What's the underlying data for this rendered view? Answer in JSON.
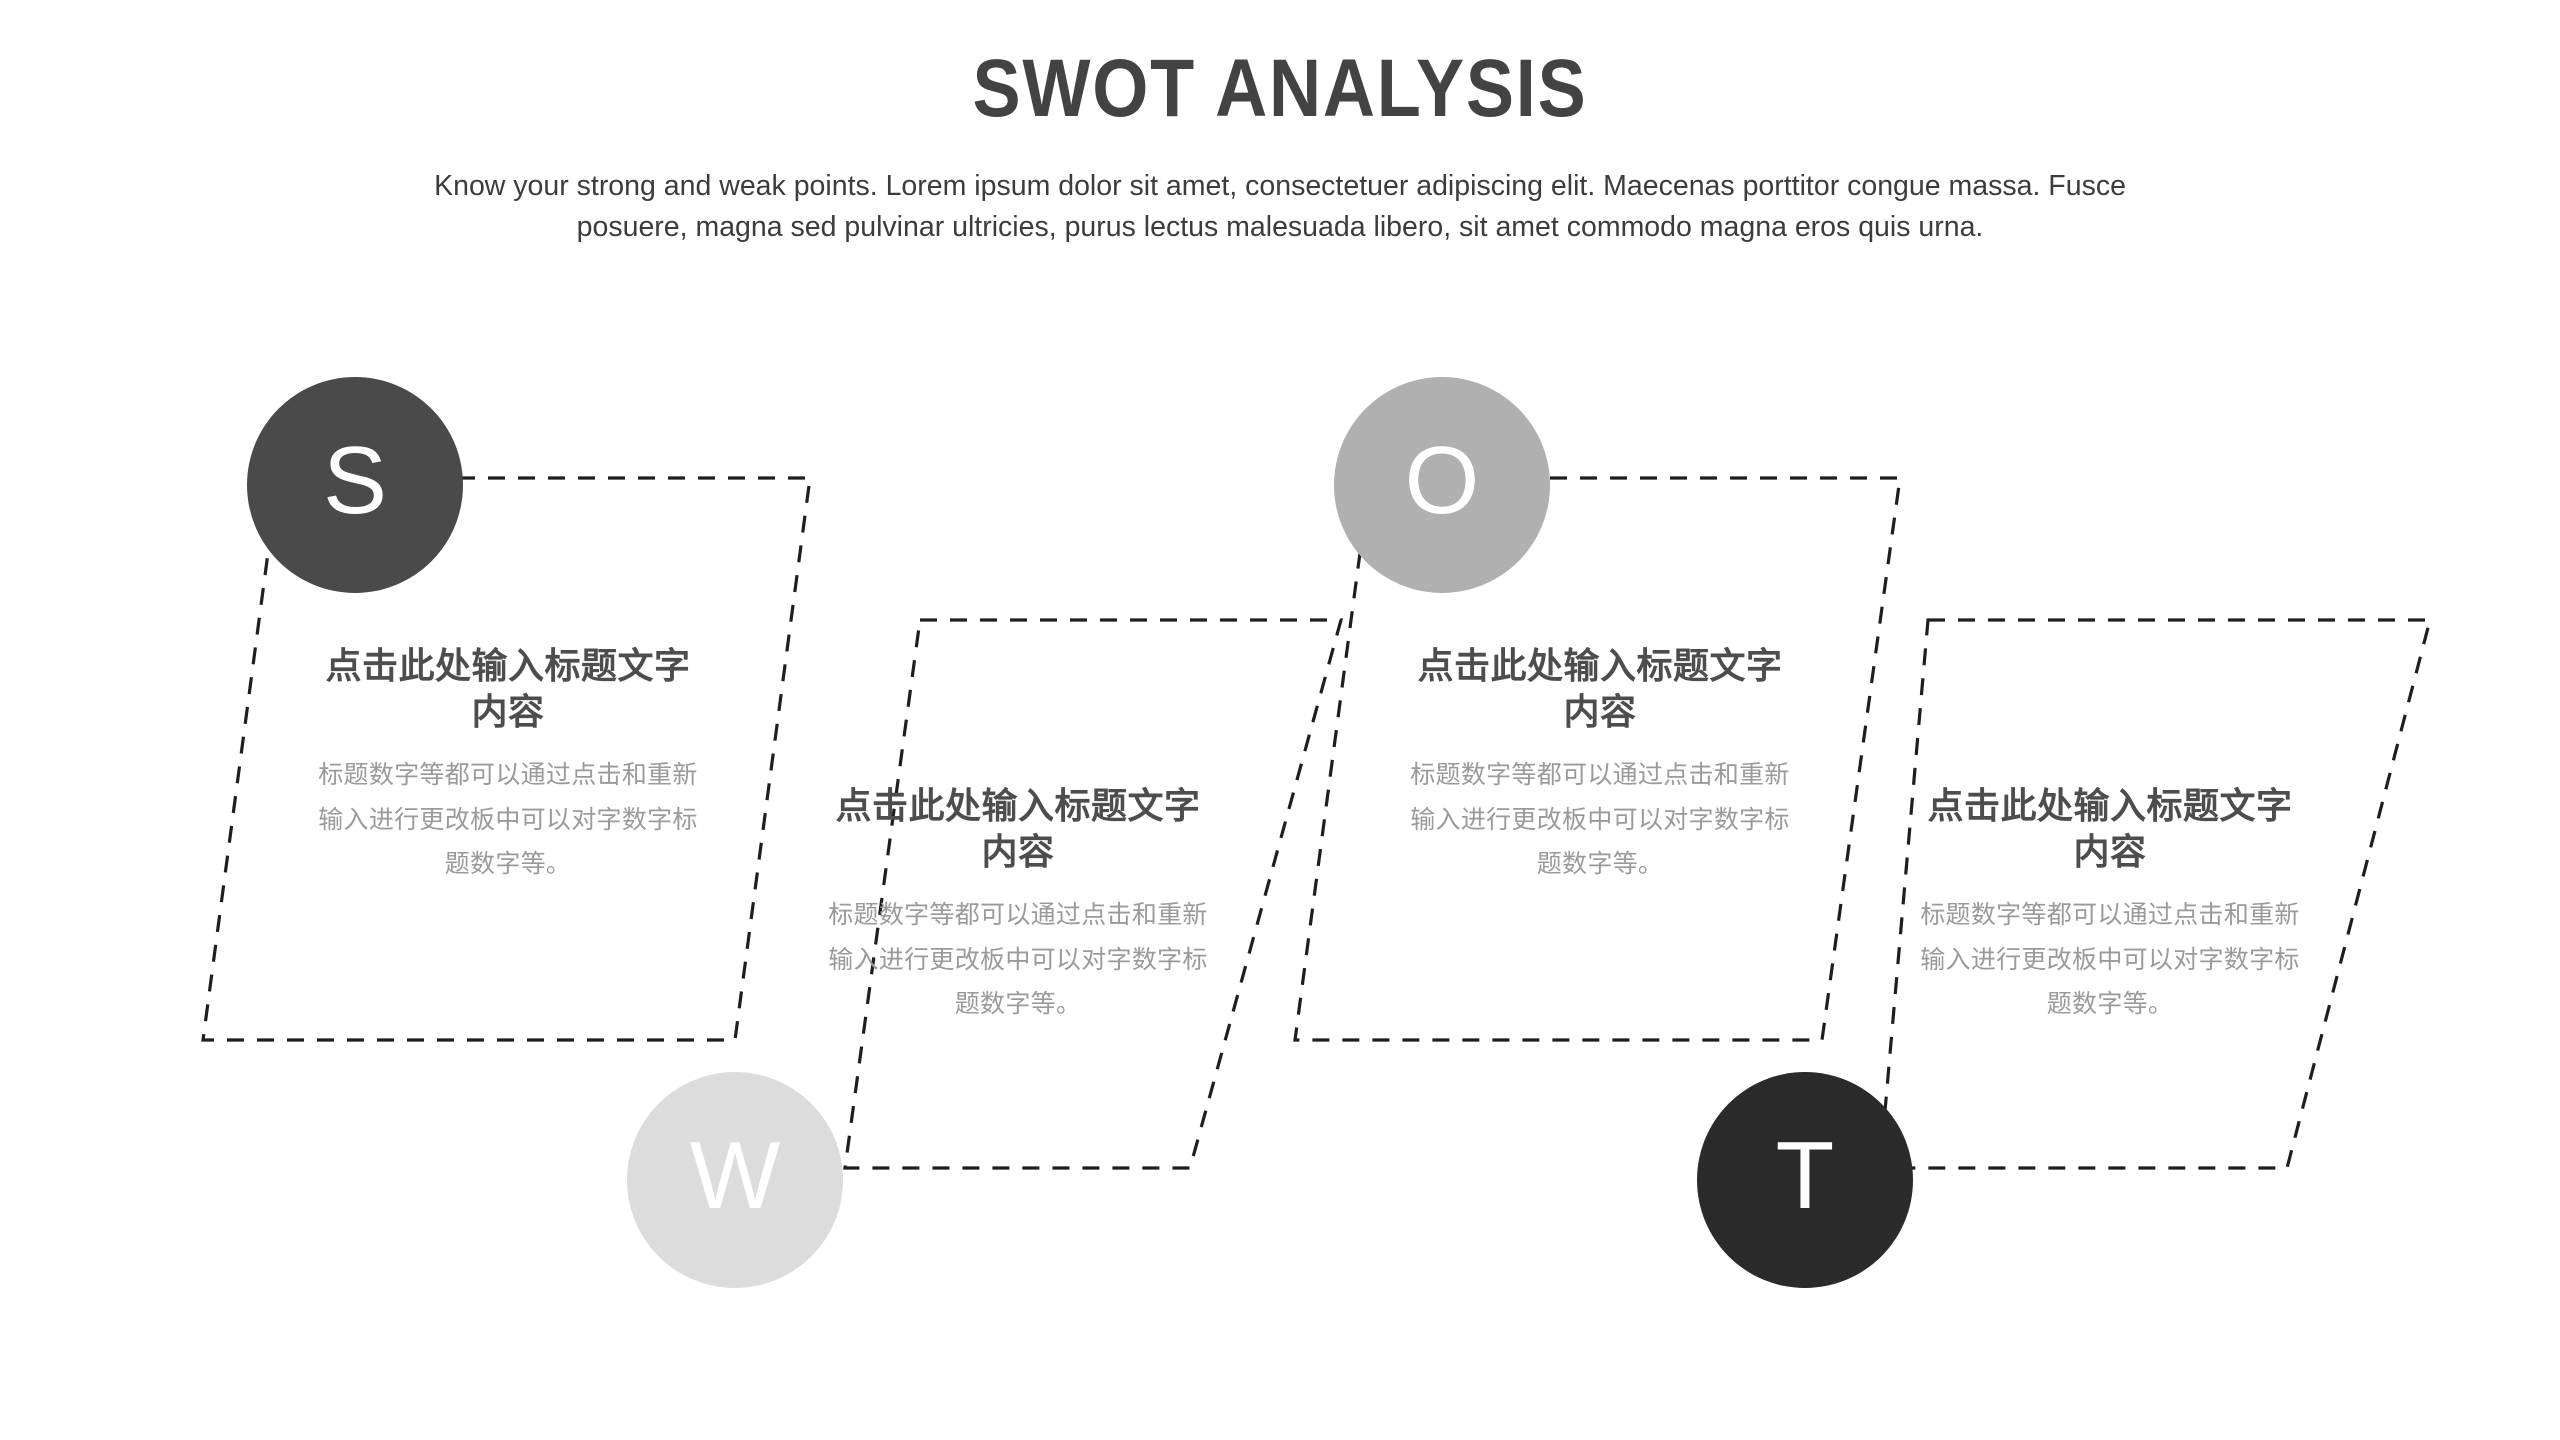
{
  "header": {
    "title": "SWOT ANALYSIS",
    "subtitle_line1": "Know your strong and weak points. Lorem ipsum dolor sit amet, consectetuer adipiscing elit. Maecenas porttitor congue massa. Fusce",
    "subtitle_line2": "posuere, magna sed pulvinar ultricies, purus lectus malesuada libero, sit amet commodo magna eros quis urna.",
    "title_color": "#434343",
    "subtitle_color": "#3c3c3c"
  },
  "colors": {
    "background": "#ffffff",
    "dash_stroke": "#1e1e1e",
    "heading_text": "#4d4d4d",
    "body_text": "#9a9a9a",
    "badge_letter": "#ffffff"
  },
  "quadrants": [
    {
      "key": "strengths",
      "letter": "S",
      "badge_color": "#4a4a4a",
      "heading": "点击此处输入标题文字内容",
      "body": "标题数字等都可以通过点击和重新输入进行更改板中可以对字数字标题数字等。"
    },
    {
      "key": "weaknesses",
      "letter": "W",
      "badge_color": "#dcdcdc",
      "heading": "点击此处输入标题文字内容",
      "body": "标题数字等都可以通过点击和重新输入进行更改板中可以对字数字标题数字等。"
    },
    {
      "key": "opportunities",
      "letter": "O",
      "badge_color": "#b0b0b0",
      "heading": "点击此处输入标题文字内容",
      "body": "标题数字等都可以通过点击和重新输入进行更改板中可以对字数字标题数字等。"
    },
    {
      "key": "threats",
      "letter": "T",
      "badge_color": "#2b2b2b",
      "heading": "点击此处输入标题文字内容",
      "body": "标题数字等都可以通过点击和重新输入进行更改板中可以对字数字标题数字等。"
    }
  ]
}
